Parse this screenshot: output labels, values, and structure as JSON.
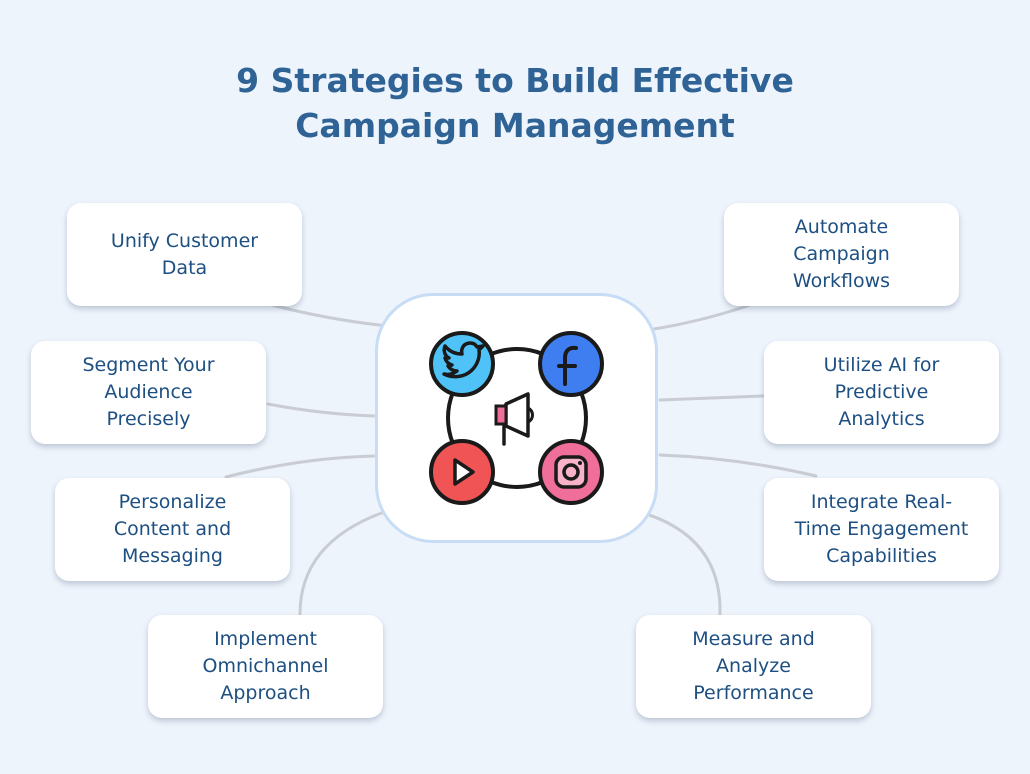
{
  "title": {
    "line1": "9 Strategies to Build Effective",
    "line2": "Campaign Management"
  },
  "strategies": [
    {
      "lines": [
        "Unify Customer",
        "Data"
      ]
    },
    {
      "lines": [
        "Segment Your",
        "Audience",
        "Precisely"
      ]
    },
    {
      "lines": [
        "Personalize",
        "Content and",
        "Messaging"
      ]
    },
    {
      "lines": [
        "Implement",
        "Omnichannel",
        "Approach"
      ]
    },
    {
      "lines": [
        "Automate",
        "Campaign",
        "Workflows"
      ]
    },
    {
      "lines": [
        "Utilize AI for",
        "Predictive",
        "Analytics"
      ]
    },
    {
      "lines": [
        "Integrate Real-",
        "Time Engagement",
        "Capabilities"
      ]
    },
    {
      "lines": [
        "Measure and",
        "Analyze",
        "Performance"
      ]
    }
  ],
  "hub_icons": [
    "twitter-icon",
    "facebook-icon",
    "megaphone-icon",
    "youtube-icon",
    "instagram-icon"
  ],
  "colors": {
    "title": "#2f6396",
    "card_text": "#1d4f82",
    "background": "#eef4fc",
    "twitter": "#4fc3f7",
    "facebook": "#3f7ef0",
    "youtube": "#f05454",
    "instagram": "#ef6f9a",
    "connector": "#c9ccd2"
  }
}
